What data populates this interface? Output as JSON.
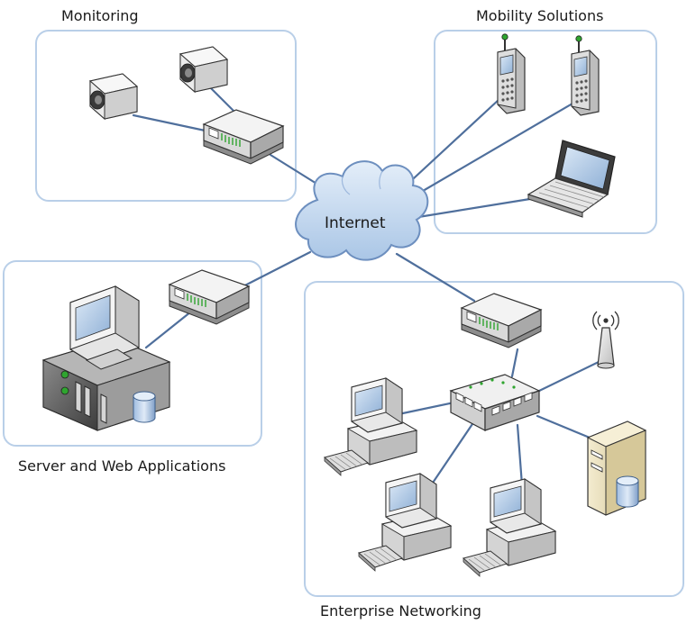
{
  "groups": {
    "monitoring": "Monitoring",
    "mobility": "Mobility Solutions",
    "server": "Server and Web Applications",
    "enterprise": "Enterprise Networking"
  },
  "hub": {
    "label": "Internet"
  },
  "colors": {
    "link": "#4f6f9c",
    "group_border": "#b9cfe8",
    "cloud_fill": "#c9dcf0",
    "cloud_stroke": "#6d8fbf",
    "device_light": "#eeeeee",
    "device_dark": "#555555",
    "screen": "#bcd3ec",
    "led_green": "#2fa52f",
    "server_tan": "#e9dcb2"
  },
  "icons": {
    "camera": "security-camera-icon",
    "router": "router-icon",
    "phone": "mobile-phone-icon",
    "laptop": "laptop-icon",
    "workstation": "desktop-computer-icon",
    "switch": "network-switch-icon",
    "access_point": "wireless-access-point-icon",
    "server": "server-icon",
    "database": "database-icon"
  }
}
